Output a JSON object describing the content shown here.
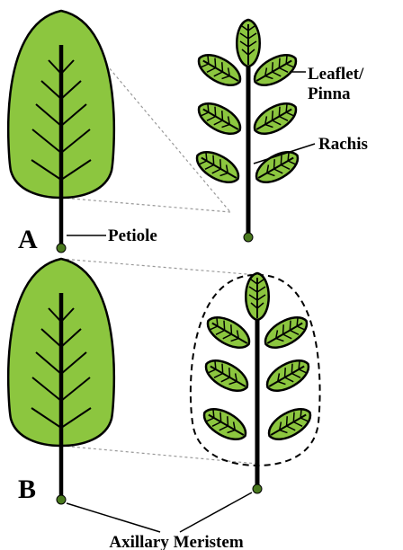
{
  "panels": {
    "a_letter": "A",
    "b_letter": "B"
  },
  "labels": {
    "leaflet": "Leaflet/",
    "pinna": "Pinna",
    "rachis": "Rachis",
    "petiole": "Petiole",
    "axillary": "Axillary Meristem"
  },
  "colors": {
    "leaf_fill": "#8cc63f",
    "outline": "#000000",
    "meristem": "#4a7a1e",
    "dotted_guide": "#999999"
  }
}
